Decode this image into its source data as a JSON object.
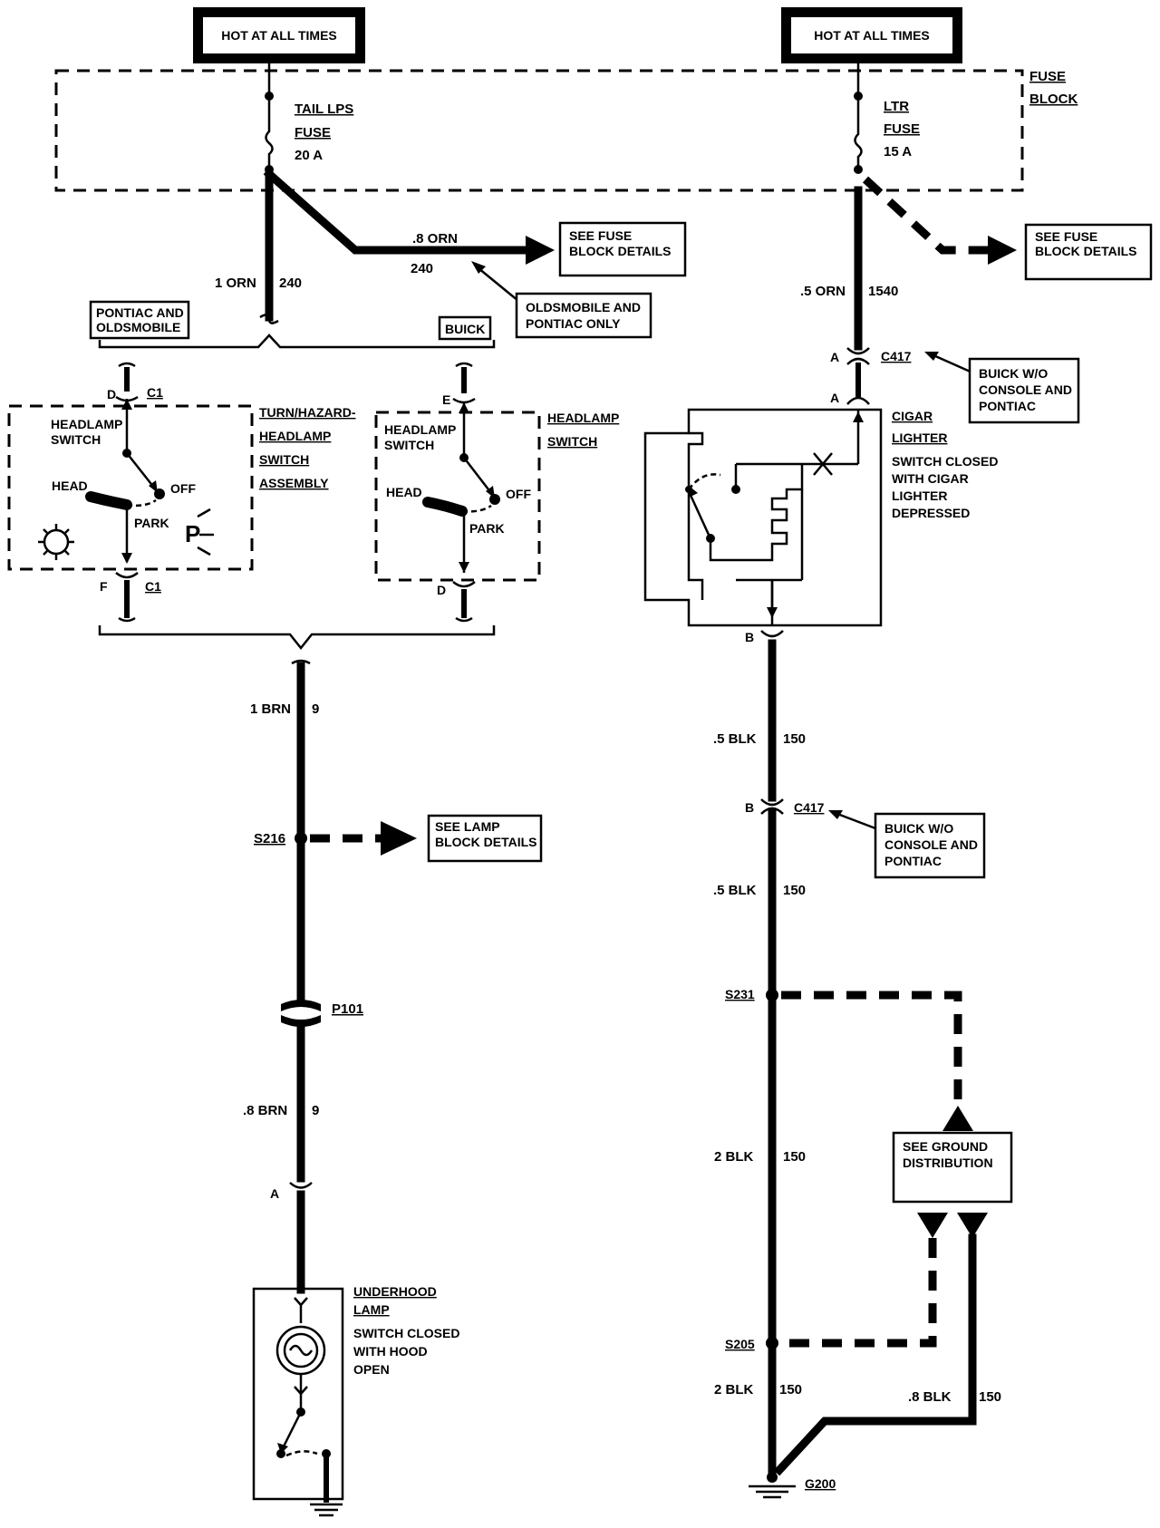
{
  "left": {
    "hot_label": "HOT AT ALL TIMES",
    "fuse_name": "TAIL LPS",
    "fuse_word": "FUSE",
    "fuse_rating": "20 A",
    "wire_top_size": "1 ORN",
    "wire_top_circuit": "240",
    "branch_size": ".8 ORN",
    "branch_circuit": "240",
    "see_fuse_1": "SEE FUSE",
    "see_fuse_2": "BLOCK DETAILS",
    "olds_note_1": "OLDSMOBILE AND",
    "olds_note_2": "PONTIAC ONLY",
    "pontiac_label_1": "PONTIAC AND",
    "pontiac_label_2": "OLDSMOBILE",
    "buick_label": "BUICK",
    "conn_d": "D",
    "conn_c1_top": "C1",
    "conn_f": "F",
    "conn_c1_bot": "C1",
    "conn_e": "E",
    "conn_d2": "D",
    "hs1_title_1": "HEADLAMP",
    "hs1_title_2": "SWITCH",
    "hs1_head": "HEAD",
    "hs1_off": "OFF",
    "hs1_park": "PARK",
    "hs1_p": "P",
    "asm_1": "TURN/HAZARD-",
    "asm_2": "HEADLAMP",
    "asm_3": "SWITCH",
    "asm_4": "ASSEMBLY",
    "hs2_title_1": "HEADLAMP",
    "hs2_title_2": "SWITCH",
    "hs2_head": "HEAD",
    "hs2_off": "OFF",
    "hs2_park": "PARK",
    "hs2_side_1": "HEADLAMP",
    "hs2_side_2": "SWITCH",
    "brn1_size": "1 BRN",
    "brn1_circuit": "9",
    "s216": "S216",
    "see_lamp_1": "SEE LAMP",
    "see_lamp_2": "BLOCK DETAILS",
    "p101": "P101",
    "brn2_size": ".8 BRN",
    "brn2_circuit": "9",
    "conn_a": "A",
    "uh_1": "UNDERHOOD",
    "uh_2": "LAMP",
    "uh_3": "SWITCH CLOSED",
    "uh_4": "WITH HOOD",
    "uh_5": "OPEN"
  },
  "right": {
    "hot_label": "HOT AT ALL TIMES",
    "fuse_block_1": "FUSE",
    "fuse_block_2": "BLOCK",
    "fuse_name": "LTR",
    "fuse_word": "FUSE",
    "fuse_rating": "15 A",
    "see_fuse_1": "SEE FUSE",
    "see_fuse_2": "BLOCK DETAILS",
    "orn_size": ".5 ORN",
    "orn_circuit": "1540",
    "conn_a1": "A",
    "c417_top": "C417",
    "conn_a2": "A",
    "buick_note1_1": "BUICK W/O",
    "buick_note1_2": "CONSOLE AND",
    "buick_note1_3": "PONTIAC",
    "cig_1": "CIGAR",
    "cig_2": "LIGHTER",
    "cig_3": "SWITCH CLOSED",
    "cig_4": "WITH CIGAR",
    "cig_5": "LIGHTER",
    "cig_6": "DEPRESSED",
    "conn_b1": "B",
    "blk1_size": ".5 BLK",
    "blk1_circuit": "150",
    "conn_b2": "B",
    "c417_bot": "C417",
    "buick_note2_1": "BUICK W/O",
    "buick_note2_2": "CONSOLE AND",
    "buick_note2_3": "PONTIAC",
    "blk2_size": ".5 BLK",
    "blk2_circuit": "150",
    "s231": "S231",
    "blk3_size": "2 BLK",
    "blk3_circuit": "150",
    "see_ground_1": "SEE GROUND",
    "see_ground_2": "DISTRIBUTION",
    "s205": "S205",
    "blk4_size": "2 BLK",
    "blk4_circuit": "150",
    "blk5_size": ".8 BLK",
    "blk5_circuit": "150",
    "g200": "G200"
  }
}
